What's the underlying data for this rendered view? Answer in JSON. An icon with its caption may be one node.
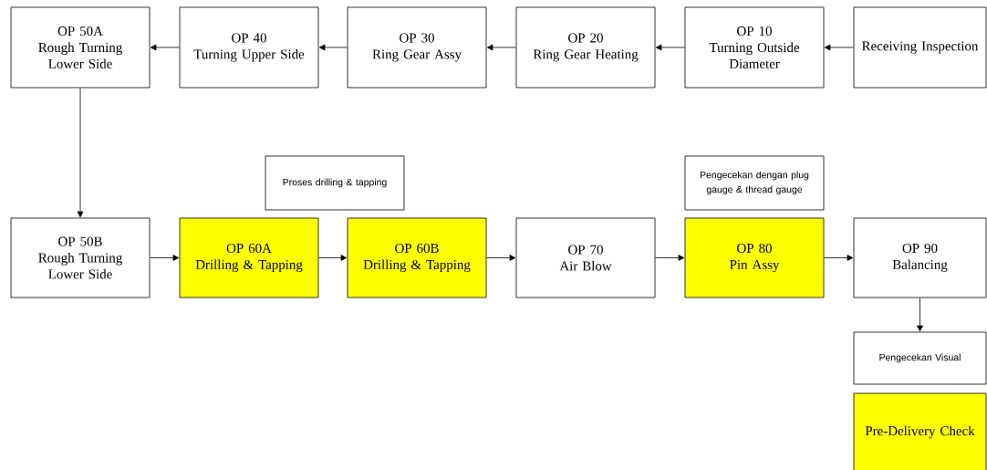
{
  "diagram": {
    "nodes": [
      {
        "text": [
          "OP 50A",
          "Rough Turning Lower Side"
        ]
      },
      {
        "text": [
          "OP 40",
          "Turning Upper Side"
        ]
      },
      {
        "text": [
          "OP 30",
          "Ring Gear Assy"
        ]
      },
      {
        "text": [
          "OP 20",
          "Ring Gear Heating"
        ]
      },
      {
        "text": [
          "OP 10",
          "Turning Outside Diameter"
        ]
      },
      {
        "text": [
          "Receiving Inspection"
        ]
      },
      {
        "text": [
          "Proses drilling & tapping"
        ]
      },
      {
        "text": [
          "Pengecekan dengan plug gauge & thread gauge"
        ]
      },
      {
        "text": [
          "OP 50B",
          "Rough Turning Lower Side"
        ]
      },
      {
        "text": [
          "OP 60A",
          "Drilling & Tapping"
        ]
      },
      {
        "text": [
          "OP 60B",
          "Drilling & Tapping"
        ]
      },
      {
        "text": [
          "OP 70",
          "Air Blow"
        ]
      },
      {
        "text": [
          "OP 80",
          "Pin Assy"
        ]
      },
      {
        "text": [
          "OP 90",
          "Balancing"
        ]
      },
      {
        "text": [
          "Pengecekan Visual"
        ]
      },
      {
        "text": [
          "Pre-Delivery Check"
        ]
      }
    ],
    "edges": [
      {
        "from": 5,
        "to": 4,
        "arrow": "to"
      },
      {
        "from": 4,
        "to": 3,
        "arrow": "to"
      },
      {
        "from": 3,
        "to": 2,
        "arrow": "to"
      },
      {
        "from": 2,
        "to": 1,
        "arrow": "to"
      },
      {
        "from": 1,
        "to": 0,
        "arrow": "to"
      },
      {
        "from": 0,
        "to": 8,
        "arrow": "to"
      },
      {
        "from": 8,
        "to": 9,
        "arrow": "to"
      },
      {
        "from": 9,
        "to": 10,
        "arrow": "to"
      },
      {
        "from": 10,
        "to": 11,
        "arrow": "to"
      },
      {
        "from": 11,
        "to": 12,
        "arrow": "to"
      },
      {
        "from": 12,
        "to": 13,
        "arrow": "to"
      },
      {
        "from": 13,
        "to": 14,
        "arrow": "to"
      }
    ]
  }
}
